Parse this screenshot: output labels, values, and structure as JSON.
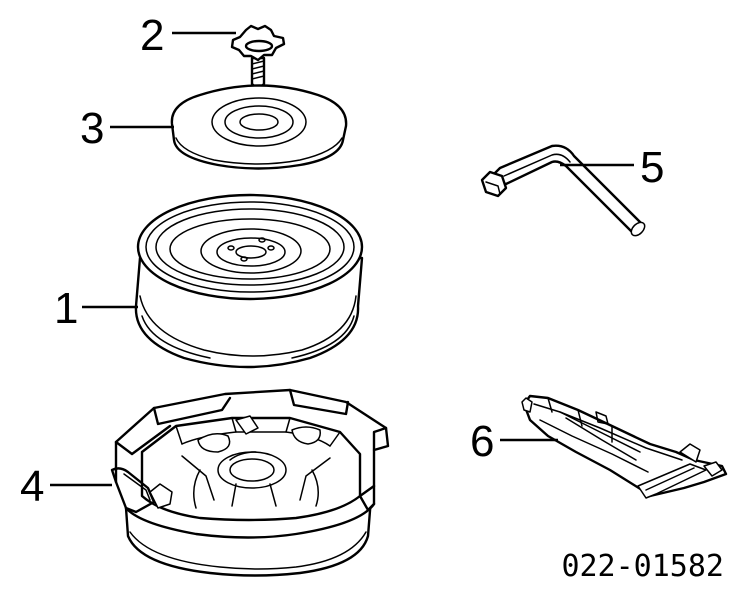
{
  "diagram": {
    "callouts": [
      "1",
      "2",
      "3",
      "4",
      "5",
      "6"
    ],
    "diagram_code": "022-01582"
  }
}
